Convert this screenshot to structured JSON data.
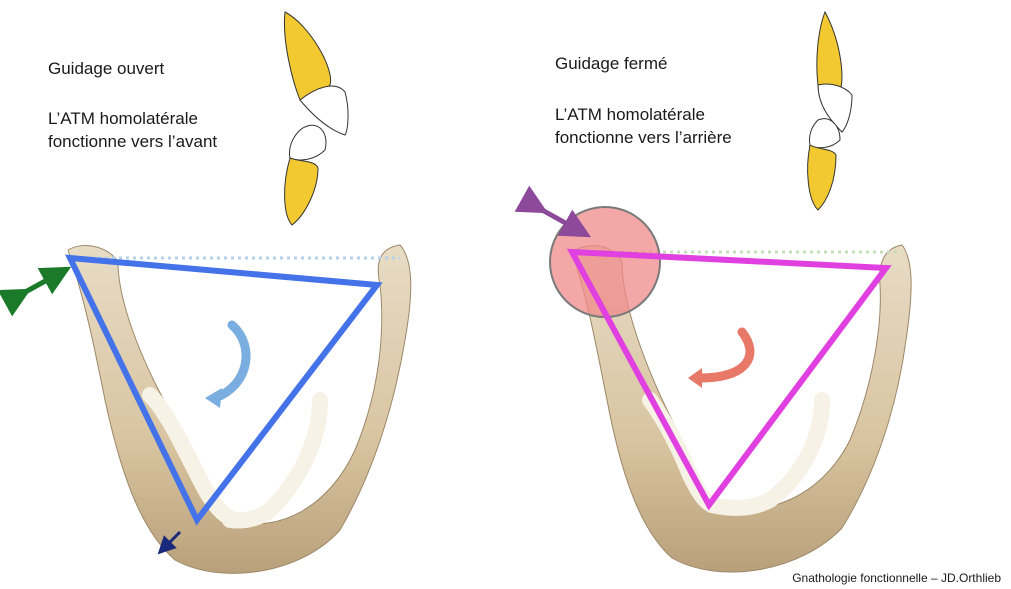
{
  "left_panel": {
    "title": "Guidage ouvert",
    "line1": "L’ATM homolatérale",
    "line2": "fonctionne vers l’avant",
    "triangle_color": "#4472e8",
    "arrow_color": "#1a7a2a",
    "rotation_arrow_color": "#7aaee0"
  },
  "right_panel": {
    "title": "Guidage fermé",
    "line1": "L’ATM homolatérale",
    "line2": "fonctionne vers l’arrière",
    "triangle_color": "#e040e0",
    "arrow_color": "#8e4a9a",
    "rotation_arrow_color": "#e87868",
    "highlight_color": "#f08a8a"
  },
  "credit": "Gnathologie fonctionnelle – JD.Orthlieb",
  "tooth_color": "#f2c930"
}
